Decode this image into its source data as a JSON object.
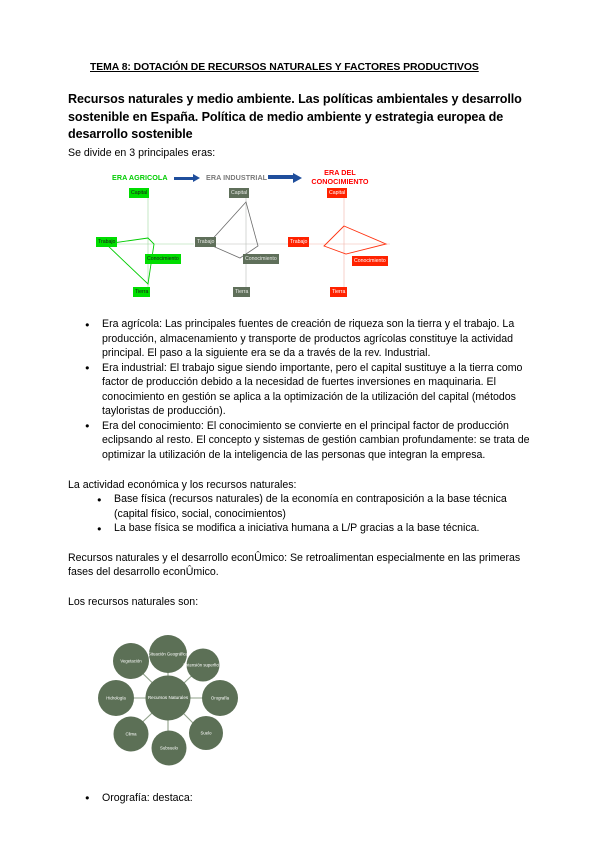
{
  "document": {
    "title": "TEMA 8: DOTACIÓN DE RECURSOS NATURALES Y FACTORES PRODUCTIVOS",
    "section_heading": "Recursos naturales y medio ambiente. Las políticas ambientales y desarrollo sostenible en España. Política de medio ambiente y estrategia europea de desarrollo sostenible",
    "intro_line": "Se divide en 3 principales eras:",
    "eras_bullets": [
      "Era agrícola: Las principales fuentes de creación de riqueza son la tierra y el trabajo. La producción, almacenamiento y transporte de productos agrícolas constituye la actividad principal. El paso a la siguiente era se da a través de la rev. Industrial.",
      "Era industrial: El trabajo sigue siendo importante, pero el capital sustituye a la tierra como factor de producción debido a la necesidad de fuertes inversiones en maquinaria. El conocimiento en gestión se aplica a la optimización de la utilización del capital (métodos tayloristas de producción).",
      "Era del conocimiento: El conocimiento se convierte en el principal factor de producción eclipsando al resto. El concepto y sistemas de gestión cambian profundamente: se trata de optimizar la utilización de la inteligencia de las personas que integran la empresa."
    ],
    "activity_heading": "La actividad económica y los recursos naturales:",
    "activity_bullets": [
      "Base física (recursos naturales) de la economía en contraposición a la base técnica (capital físico, social, conocimientos)",
      "La base física se modifica a iniciativa humana a L/P gracias a la base técnica."
    ],
    "development_paragraph": "Recursos naturales y el desarrollo econÛmico: Se retroalimentan especialmente en las primeras fases del desarrollo econÛmico.",
    "resources_heading": "Los recursos naturales son:",
    "final_bullets": [
      "Orografía: destaca:"
    ]
  },
  "era_diagram": {
    "headers": [
      {
        "label": "ERA AGRICOLA",
        "color": "#00cc00"
      },
      {
        "label": "ERA INDUSTRIAL",
        "color": "#7a7a7a"
      },
      {
        "label": "ERA DEL CONOCIMIENTO",
        "color": "#ff0000"
      }
    ],
    "arrow_color": "#1f4e9c",
    "axes": [
      "Capital",
      "Trabajo",
      "Conocimiento",
      "Tierra"
    ],
    "charts": [
      {
        "name": "era-agricola",
        "style": "green",
        "node_color": "#00dd00",
        "line_color": "#00cc00",
        "values": {
          "Capital": 0.12,
          "Trabajo": 0.95,
          "Conocimiento": 0.1,
          "Tierra": 0.9
        }
      },
      {
        "name": "era-industrial",
        "style": "gray",
        "node_color": "#5f6f5a",
        "line_color": "#6b6b6b",
        "values": {
          "Capital": 0.92,
          "Trabajo": 0.85,
          "Conocimiento": 0.3,
          "Tierra": 0.2
        }
      },
      {
        "name": "era-del-conocimiento",
        "style": "red",
        "node_color": "#ff2200",
        "line_color": "#ff3311",
        "values": {
          "Capital": 0.55,
          "Trabajo": 0.45,
          "Conocimiento": 0.95,
          "Tierra": 0.2
        }
      }
    ]
  },
  "resources_diagram": {
    "center": "Recursos Naturales",
    "node_color": "#5c7056",
    "line_color": "#8fa089",
    "nodes": [
      "Situación Geográfica",
      "Extensión superficial",
      "Orografía",
      "Suelo",
      "Subsuelo",
      "Clima",
      "Hidrología",
      "Vegetación"
    ]
  }
}
